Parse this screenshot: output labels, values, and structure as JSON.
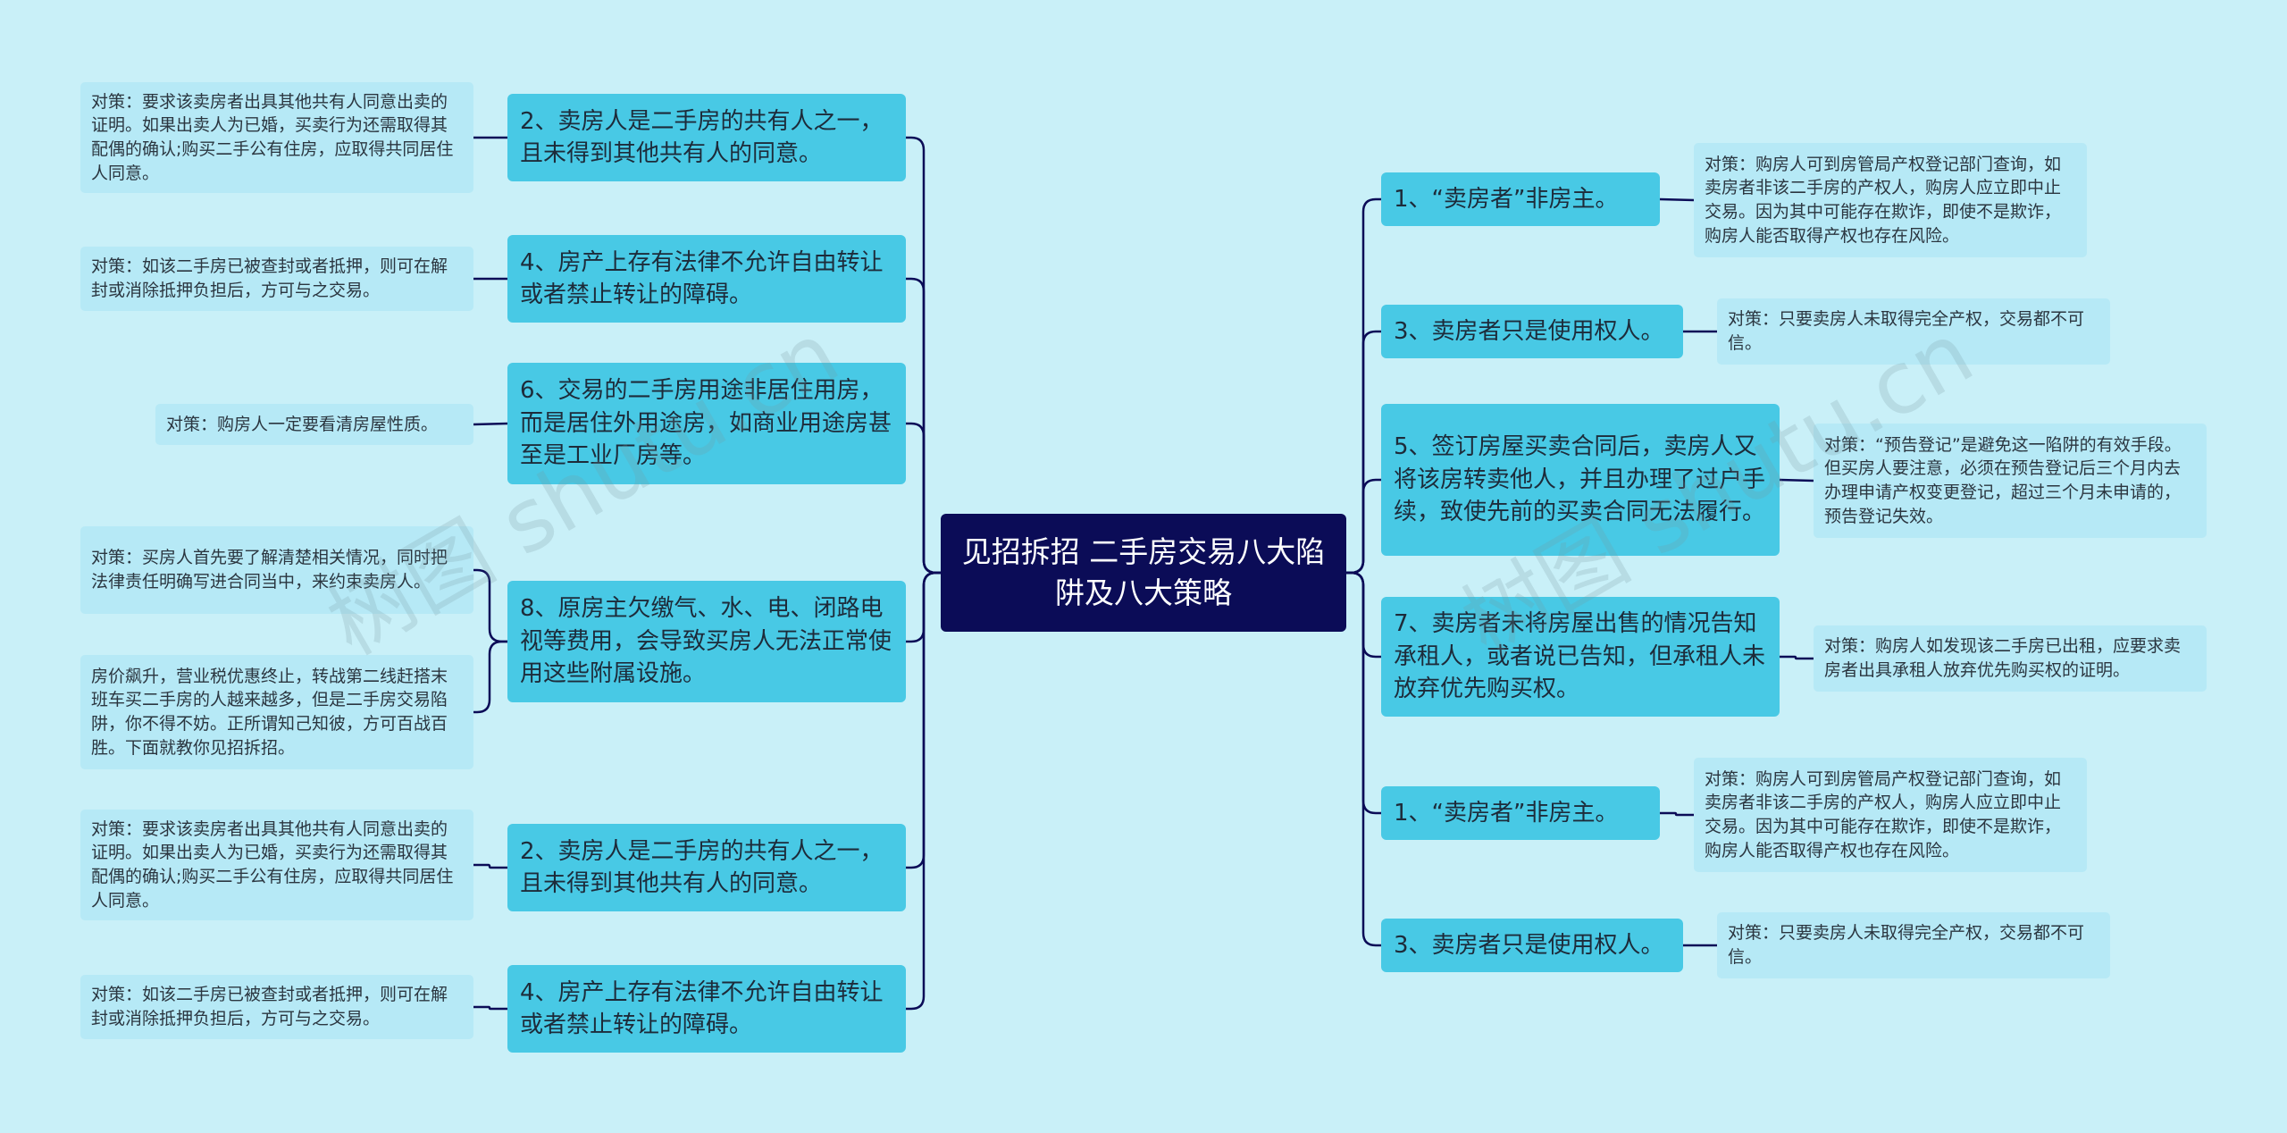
{
  "colors": {
    "background": "#c9f0f8",
    "root": "#0b0c57",
    "branch": "#48c9e5",
    "leaf": "#b6e9f6",
    "line": "#0b0c57"
  },
  "root": {
    "label": "见招拆招 二手房交易八大陷阱及八大策略"
  },
  "left_branches": [
    {
      "label": "2、卖房人是二手房的共有人之一，且未得到其他共有人的同意。",
      "leaves": [
        "对策：要求该卖房者出具其他共有人同意出卖的证明。如果出卖人为已婚，买卖行为还需取得其配偶的确认;购买二手公有住房，应取得共同居住人同意。"
      ]
    },
    {
      "label": "4、房产上存有法律不允许自由转让或者禁止转让的障碍。",
      "leaves": [
        "对策：如该二手房已被查封或者抵押，则可在解封或消除抵押负担后，方可与之交易。"
      ]
    },
    {
      "label": "6、交易的二手房用途非居住用房，而是居住外用途房，如商业用途房甚至是工业厂房等。",
      "leaves": [
        "对策：购房人一定要看清房屋性质。"
      ]
    },
    {
      "label": "8、原房主欠缴气、水、电、闭路电视等费用，会导致买房人无法正常使用这些附属设施。",
      "leaves": [
        "对策：买房人首先要了解清楚相关情况，同时把法律责任明确写进合同当中，来约束卖房人。",
        "房价飙升，营业税优惠终止，转战第二线赶搭末班车买二手房的人越来越多，但是二手房交易陷阱，你不得不妨。正所谓知己知彼，方可百战百胜。下面就教你见招拆招。"
      ]
    },
    {
      "label": "2、卖房人是二手房的共有人之一，且未得到其他共有人的同意。",
      "leaves": [
        "对策：要求该卖房者出具其他共有人同意出卖的证明。如果出卖人为已婚，买卖行为还需取得其配偶的确认;购买二手公有住房，应取得共同居住人同意。"
      ]
    },
    {
      "label": "4、房产上存有法律不允许自由转让或者禁止转让的障碍。",
      "leaves": [
        "对策：如该二手房已被查封或者抵押，则可在解封或消除抵押负担后，方可与之交易。"
      ]
    }
  ],
  "right_branches": [
    {
      "label": "1、“卖房者”非房主。",
      "leaves": [
        "对策：购房人可到房管局产权登记部门查询，如卖房者非该二手房的产权人，购房人应立即中止交易。因为其中可能存在欺诈，即使不是欺诈，购房人能否取得产权也存在风险。"
      ]
    },
    {
      "label": "3、卖房者只是使用权人。",
      "leaves": [
        "对策：只要卖房人未取得完全产权，交易都不可信。"
      ]
    },
    {
      "label": "5、签订房屋买卖合同后，卖房人又将该房转卖他人，并且办理了过户手续，致使先前的买卖合同无法履行。",
      "leaves": [
        "对策：“预告登记”是避免这一陷阱的有效手段。但买房人要注意，必须在预告登记后三个月内去办理申请产权变更登记，超过三个月未申请的，预告登记失效。"
      ]
    },
    {
      "label": "7、卖房者未将房屋出售的情况告知承租人，或者说已告知，但承租人未放弃优先购买权。",
      "leaves": [
        "对策：购房人如发现该二手房已出租，应要求卖房者出具承租人放弃优先购买权的证明。"
      ]
    },
    {
      "label": "1、“卖房者”非房主。",
      "leaves": [
        "对策：购房人可到房管局产权登记部门查询，如卖房者非该二手房的产权人，购房人应立即中止交易。因为其中可能存在欺诈，即使不是欺诈，购房人能否取得产权也存在风险。"
      ]
    },
    {
      "label": "3、卖房者只是使用权人。",
      "leaves": [
        "对策：只要卖房人未取得完全产权，交易都不可信。"
      ]
    }
  ],
  "watermarks": [
    "树图 shutu.cn",
    "树图 shutu.cn"
  ]
}
